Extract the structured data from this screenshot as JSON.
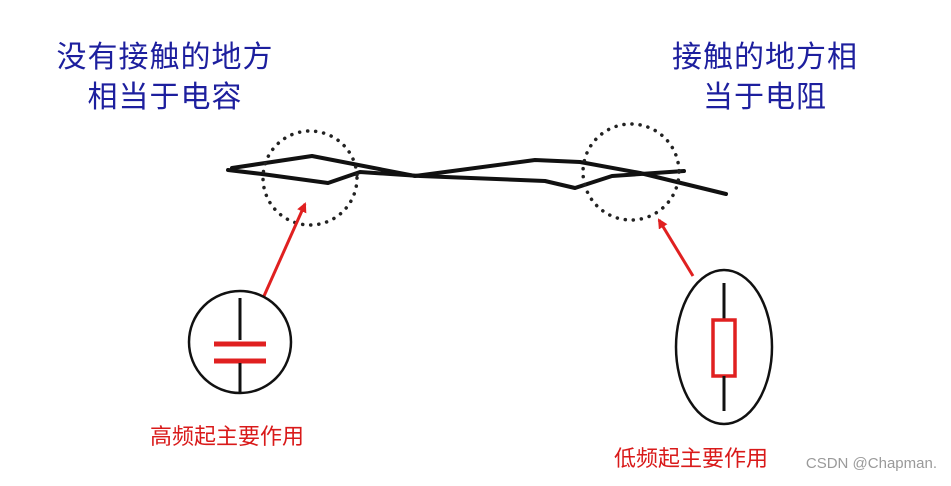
{
  "left_label": {
    "line1": "没有接触的地方",
    "line2": "相当于电容"
  },
  "right_label": {
    "line1": "接触的地方相",
    "line2": "当于电阻"
  },
  "capacitor_caption": "高频起主要作用",
  "resistor_caption": "低频起主要作用",
  "watermark": "CSDN @Chapman.",
  "colors": {
    "label_blue": "#1d1f9e",
    "arrow_red": "#e02020",
    "wire": "#111111"
  }
}
